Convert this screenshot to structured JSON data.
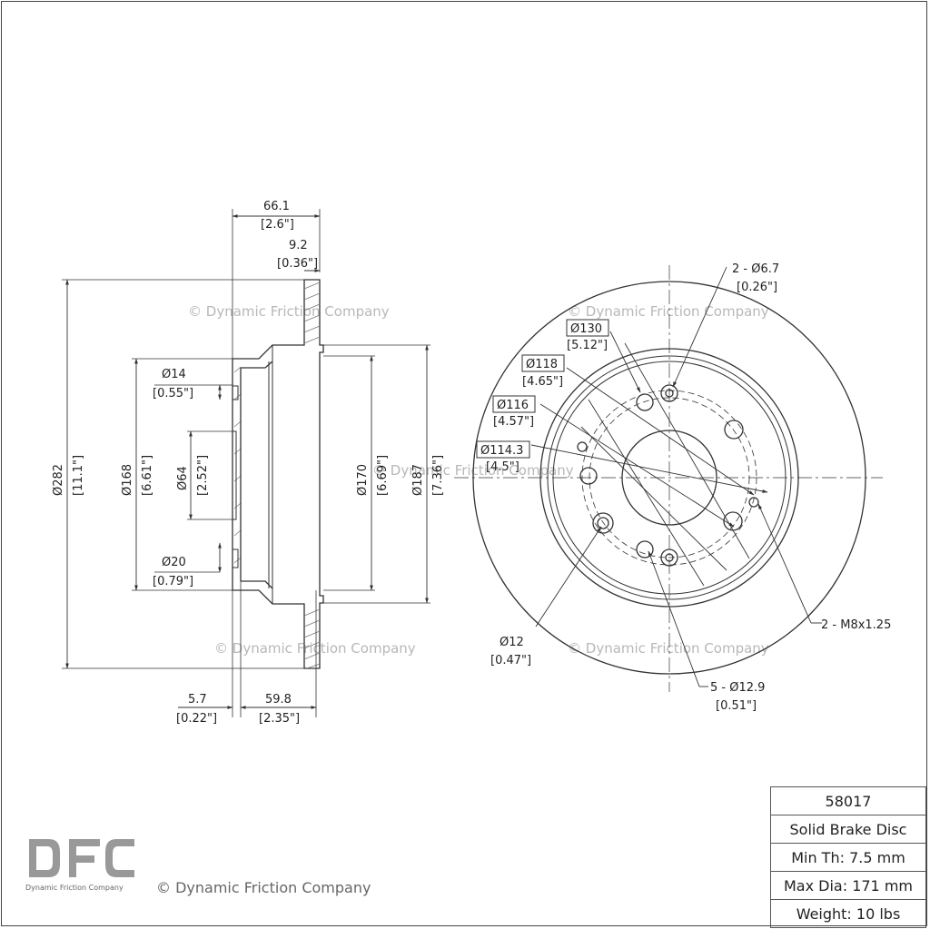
{
  "watermark": "© Dynamic Friction Company",
  "side_view": {
    "overall_width": "66.1",
    "overall_width_in": "[2.6\"]",
    "disc_thickness": "9.2",
    "disc_thickness_in": "[0.36\"]",
    "outer_diameter": "Ø282",
    "outer_diameter_in": "[11.1\"]",
    "hat_diameter": "Ø168",
    "hat_diameter_in": "[6.61\"]",
    "center_bore": "Ø64",
    "center_bore_in": "[2.52\"]",
    "pocket_small": "Ø14",
    "pocket_small_in": "[0.55\"]",
    "pocket_large": "Ø20",
    "pocket_large_in": "[0.79\"]",
    "inner_face": "Ø170",
    "inner_face_in": "[6.69\"]",
    "friction_inner": "Ø187",
    "friction_inner_in": "[7.36\"]",
    "hat_thickness": "5.7",
    "hat_thickness_in": "[0.22\"]",
    "offset": "59.8",
    "offset_in": "[2.35\"]"
  },
  "front_view": {
    "hole_a": "2 - Ø6.7",
    "hole_a_in": "[0.26\"]",
    "bc_130": "Ø130",
    "bc_130_in": "[5.12\"]",
    "bc_118": "Ø118",
    "bc_118_in": "[4.65\"]",
    "bc_116": "Ø116",
    "bc_116_in": "[4.57\"]",
    "bc_1143": "Ø114.3",
    "bc_1143_in": "[4.5\"]",
    "thread": "2 - M8x1.25",
    "hole_12": "Ø12",
    "hole_12_in": "[0.47\"]",
    "lug_holes": "5 - Ø12.9",
    "lug_holes_in": "[0.51\"]"
  },
  "specs": {
    "part_number": "58017",
    "type": "Solid Brake Disc",
    "min_th": "Min Th: 7.5 mm",
    "max_dia": "Max Dia: 171 mm",
    "weight": "Weight: 10 lbs"
  },
  "logo": {
    "text": "Dynamic Friction Company"
  }
}
